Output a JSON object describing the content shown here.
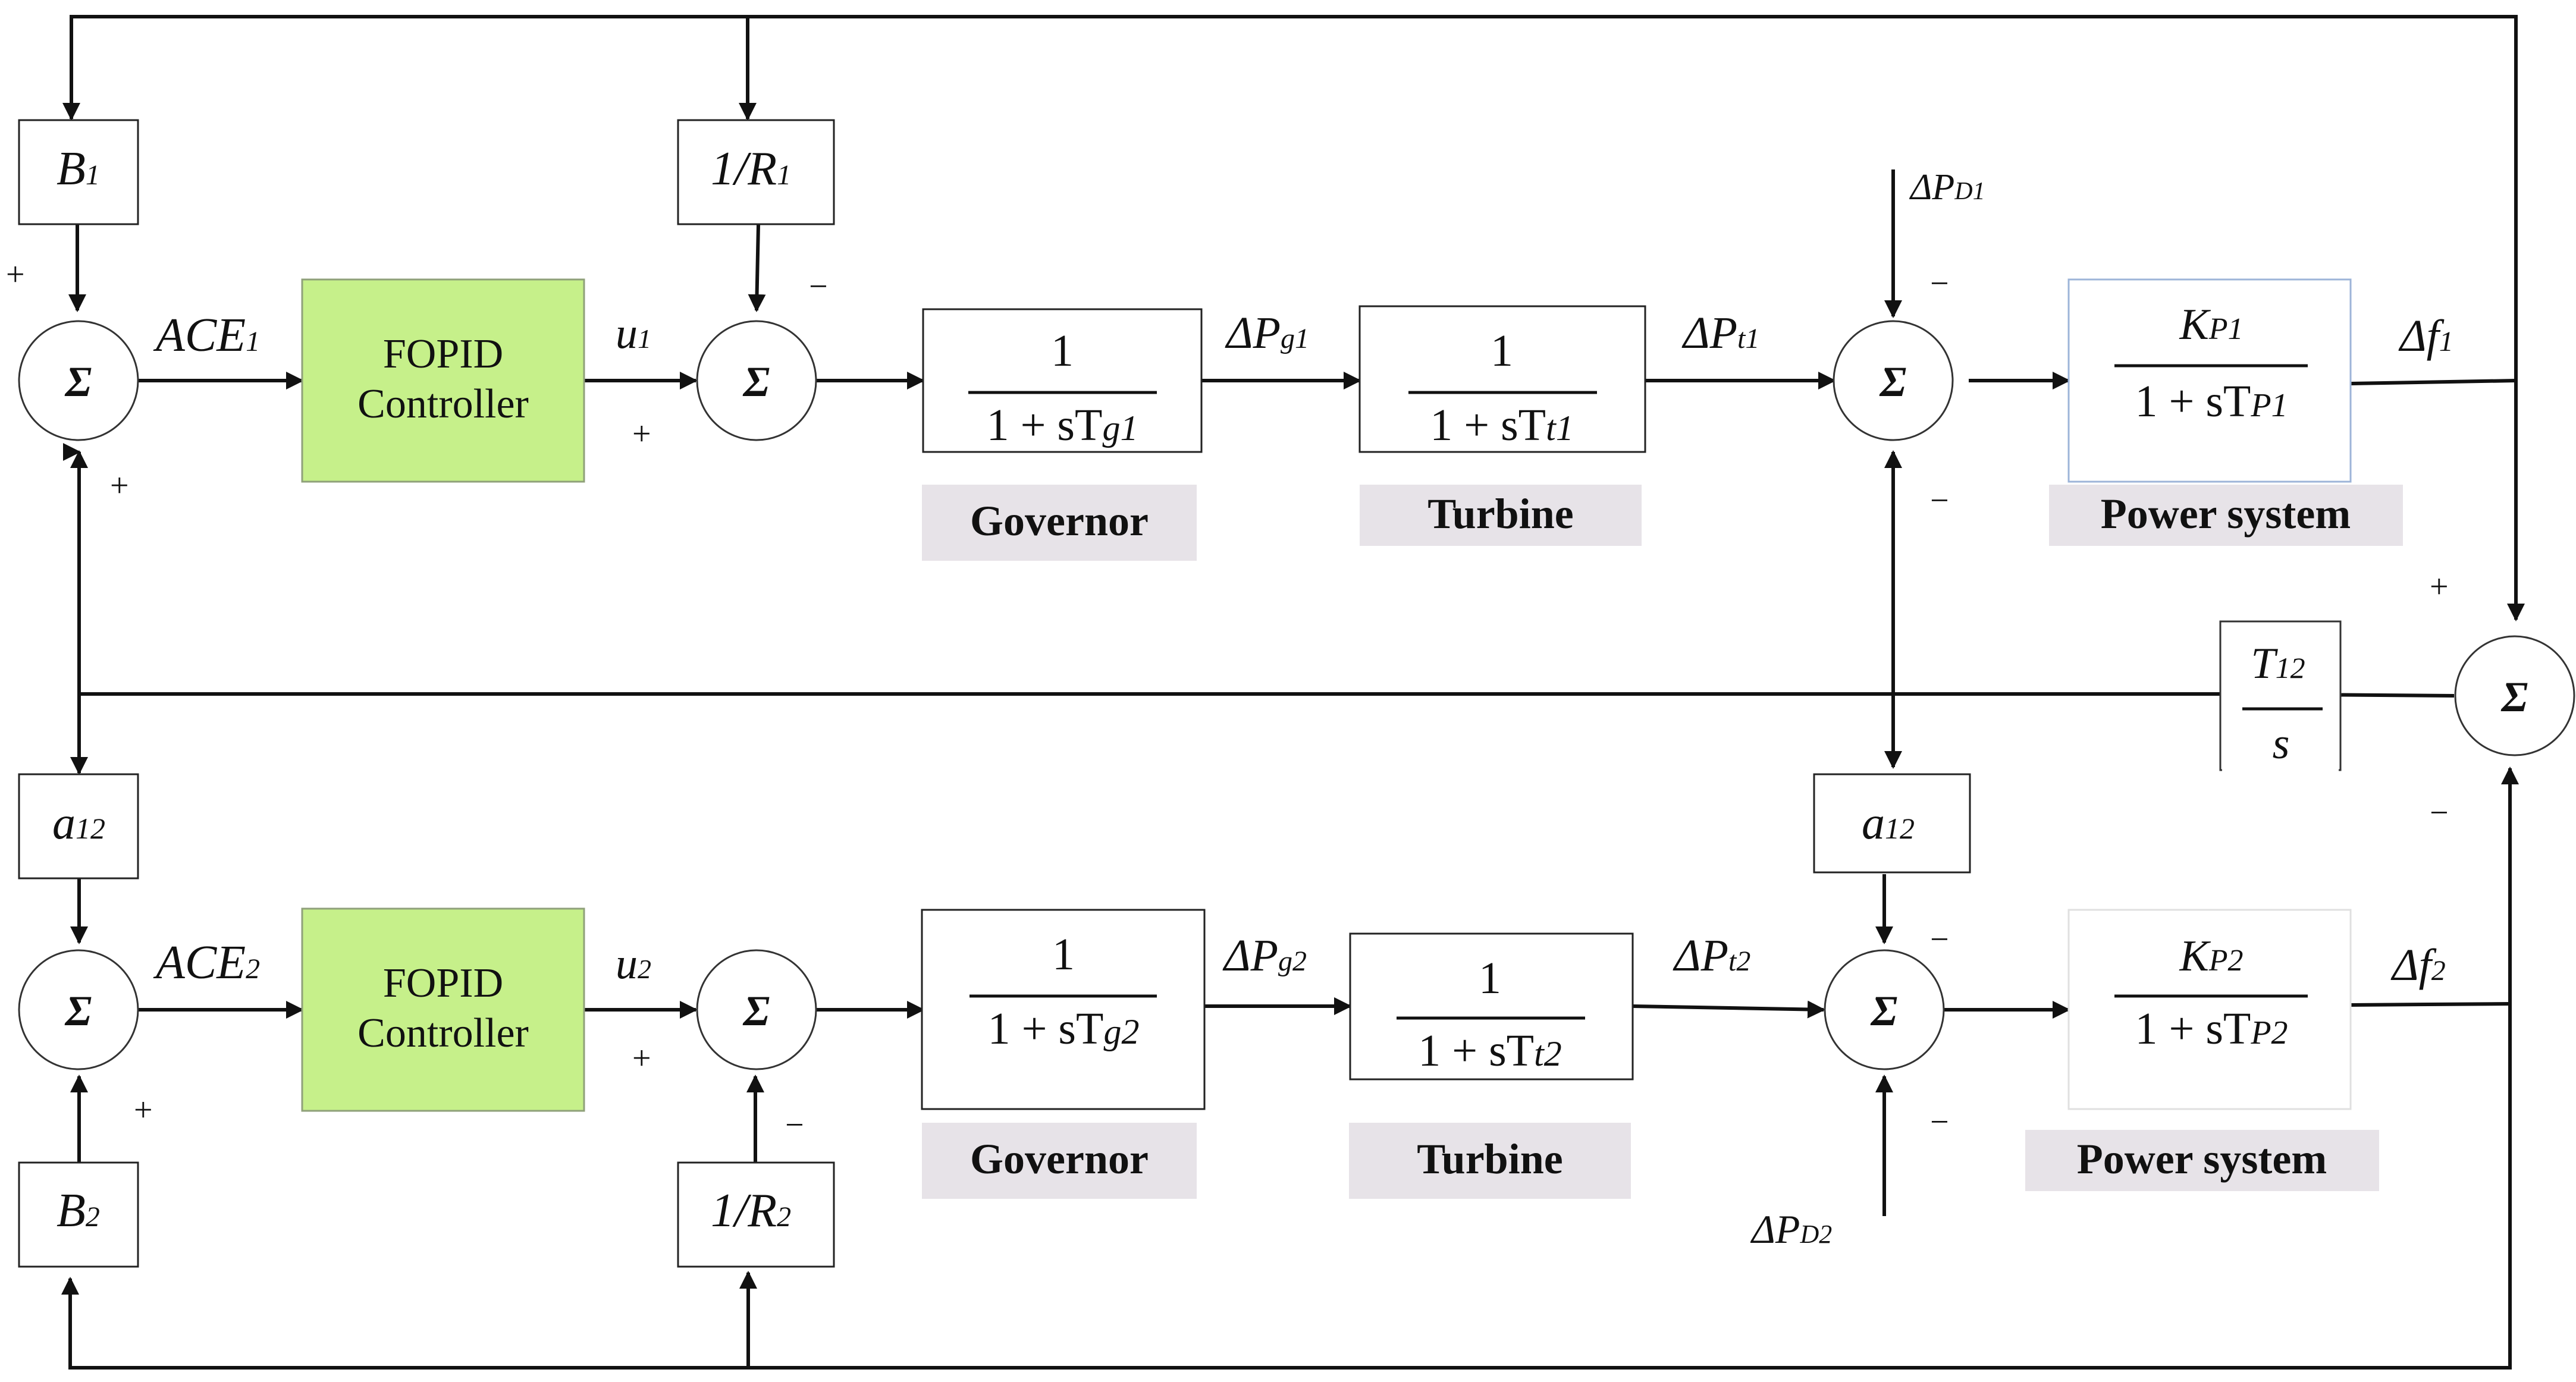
{
  "sum_symbol": "Σ",
  "sub": {
    "one": "1",
    "two": "2",
    "twelve": "12"
  },
  "frac_one": "1",
  "area1": {
    "bias_B": "B",
    "bias_R_num": "1/R",
    "ace": "ACE",
    "u": "u",
    "controller_line1": "FOPID",
    "controller_line2": "Controller",
    "gov_den_prefix": "1 + sT",
    "gov_den_sub": "g1",
    "turb_den_prefix": "1 + sT",
    "turb_den_sub": "t1",
    "ps_num": "K",
    "ps_num_sub": "P1",
    "ps_den_prefix": "1 + sT",
    "ps_den_sub": "P1",
    "dPg": "ΔP",
    "dPg_sub": "g1",
    "dPt": "ΔP",
    "dPt_sub": "t1",
    "dPD": "ΔP",
    "dPD_sub": "D1",
    "df": "Δf",
    "df_sub": "1",
    "governor_label": "Governor",
    "turbine_label": "Turbine",
    "power_label": "Power system"
  },
  "area2": {
    "bias_B": "B",
    "bias_R_num": "1/R",
    "ace": "ACE",
    "u": "u",
    "controller_line1": "FOPID",
    "controller_line2": "Controller",
    "gov_den_prefix": "1 + sT",
    "gov_den_sub": "g2",
    "turb_den_prefix": "1 + sT",
    "turb_den_sub": "t2",
    "ps_num": "K",
    "ps_num_sub": "P2",
    "ps_den_prefix": "1 + sT",
    "ps_den_sub": "P2",
    "dPg": "ΔP",
    "dPg_sub": "g2",
    "dPt": "ΔP",
    "dPt_sub": "t2",
    "dPD": "ΔP",
    "dPD_sub": "D2",
    "df": "Δf",
    "df_sub": "2",
    "governor_label": "Governor",
    "turbine_label": "Turbine",
    "power_label": "Power system"
  },
  "tie": {
    "a": "a",
    "a_sub": "12",
    "T": "T",
    "T_sub": "12",
    "s": "s"
  },
  "signs": {
    "plus": "+",
    "minus": "−"
  }
}
